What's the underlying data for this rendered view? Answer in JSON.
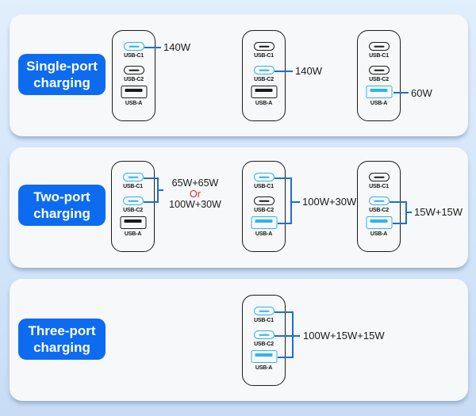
{
  "colors": {
    "accent_blue": "#0d6bf0",
    "highlight_cyan": "#2eb5e8",
    "connector_blue": "#1d70cc",
    "or_red": "#e8231e",
    "port_outline_black": "#1b1b1b",
    "card_background": "#f7f8f9"
  },
  "port_labels": {
    "c1": "USB-C1",
    "c2": "USB-C2",
    "a": "USB-A"
  },
  "icons": {
    "usb_c_port": "usb-c-pill-icon",
    "usb_a_port": "usb-a-rect-icon"
  },
  "sections": [
    {
      "label": {
        "line1": "Single-port",
        "line2": "charging"
      },
      "chargers": [
        {
          "highlighted_ports": [
            "USB-C1"
          ],
          "annotation": "140W"
        },
        {
          "highlighted_ports": [
            "USB-C2"
          ],
          "annotation": "140W"
        },
        {
          "highlighted_ports": [
            "USB-A"
          ],
          "annotation": "60W"
        }
      ]
    },
    {
      "label": {
        "line1": "Two-port",
        "line2": "charging"
      },
      "chargers": [
        {
          "highlighted_ports": [
            "USB-C1",
            "USB-C2"
          ],
          "annotation_lines": [
            "65W+65W",
            "Or",
            "100W+30W"
          ]
        },
        {
          "highlighted_ports": [
            "USB-C1",
            "USB-A"
          ],
          "annotation": "100W+30W"
        },
        {
          "highlighted_ports": [
            "USB-C2",
            "USB-A"
          ],
          "annotation": "15W+15W"
        }
      ]
    },
    {
      "label": {
        "line1": "Three-port",
        "line2": "charging"
      },
      "chargers": [
        {
          "highlighted_ports": [
            "USB-C1",
            "USB-C2",
            "USB-A"
          ],
          "annotation": "100W+15W+15W"
        }
      ]
    }
  ]
}
